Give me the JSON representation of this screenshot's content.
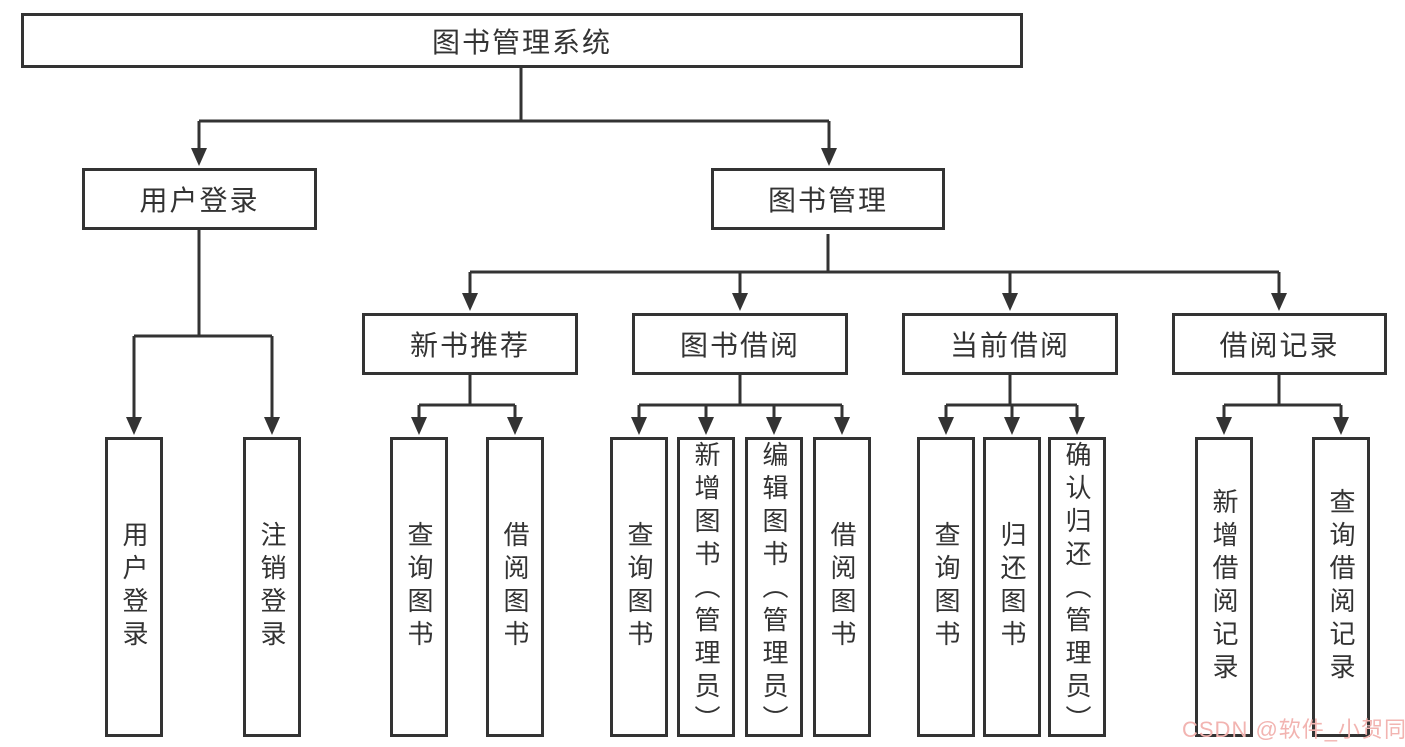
{
  "diagram": {
    "root": {
      "label": "图书管理系统"
    },
    "branches": [
      {
        "label": "用户登录",
        "children": [
          {
            "label": "用户登录"
          },
          {
            "label": "注销登录"
          }
        ]
      },
      {
        "label": "图书管理",
        "children": [
          {
            "label": "新书推荐",
            "children": [
              {
                "label": "查询图书"
              },
              {
                "label": "借阅图书"
              }
            ]
          },
          {
            "label": "图书借阅",
            "children": [
              {
                "label": "查询图书"
              },
              {
                "label": "新增图书（管理员）"
              },
              {
                "label": "编辑图书（管理员）"
              },
              {
                "label": "借阅图书"
              }
            ]
          },
          {
            "label": "当前借阅",
            "children": [
              {
                "label": "查询图书"
              },
              {
                "label": "归还图书"
              },
              {
                "label": "确认归还（管理员）"
              }
            ]
          },
          {
            "label": "借阅记录",
            "children": [
              {
                "label": "新增借阅记录"
              },
              {
                "label": "查询借阅记录"
              }
            ]
          }
        ]
      }
    ]
  },
  "watermark": {
    "text": "CSDN @软件_小贺同学",
    "color": "#F2B4B1"
  },
  "colors": {
    "line": "#333333",
    "node_fill": "#FFFFFF",
    "background": "#FFFFFF"
  }
}
